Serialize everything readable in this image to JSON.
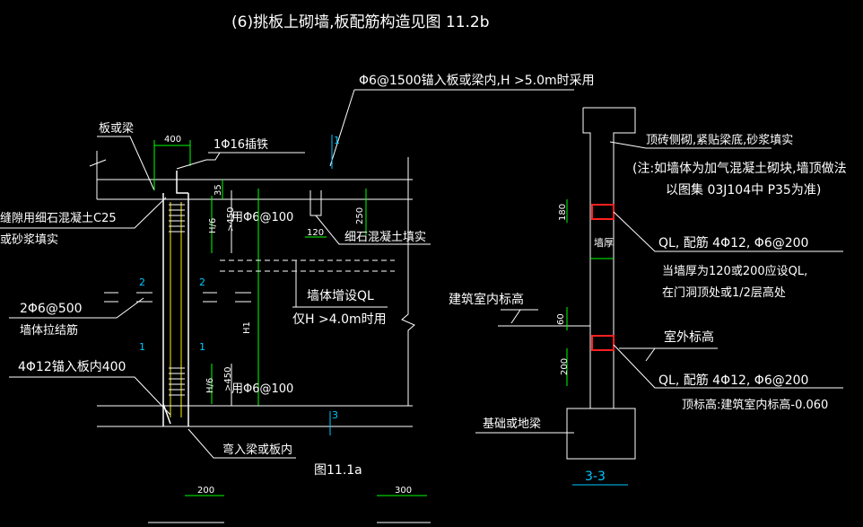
{
  "title": "(6)挑板上砌墙,板配筋构造见图 11.2b",
  "left_detail": {
    "note_anchor": "Φ6@1500锚入板或梁内,H >5.0m时采用",
    "beam_label": "板或梁",
    "dim_400": "400",
    "insert_bar": "1Φ16插铁",
    "dim_35": "35",
    "gap_fill_1": "缝隙用细石混凝土C25",
    "gap_fill_2": "或砂浆填实",
    "hspec_top": ">450",
    "h_label_top": "H/6",
    "stirrup_top": "用Φ6@100",
    "dim_250": "250",
    "dim_120": "120",
    "fine_concrete": "细石混凝土填实",
    "mark_1_top": "1",
    "mark_2a": "2",
    "mark_2b": "2",
    "tie_1": "2Φ6@500",
    "tie_2": "墙体拉结筋",
    "ql_1": "墙体增设QL",
    "ql_2": "仅H >4.0m时用",
    "h_vert": "H1",
    "mark_1a": "1",
    "mark_1b": "1",
    "anchor_bar": "4Φ12锚入板内400",
    "hspec_bot": ">450",
    "h_label_bot": "H/6",
    "stirrup_bot": "用Φ6@100",
    "mark_3": "3",
    "embed": "弯入梁或板内",
    "fig_label": "图11.1a",
    "dim_200_bottom": "200",
    "dim_300_bottom": "300"
  },
  "right_detail": {
    "top_note": "顶砖侧砌,紧贴梁底,砂浆填实",
    "note_1": "(注:如墙体为加气混凝土砌块,墙顶做法",
    "note_2": "以图集 03J104中 P35为准)",
    "dim_180": "180",
    "wall_thk": "墙厚",
    "ql_top": "QL, 配筋 4Φ12, Φ6@200",
    "ql_cond_1": "当墙厚为120或200应设QL,",
    "ql_cond_2": "在门洞顶处或1/2层高处",
    "indoor": "建筑室内标高",
    "dim_60": "60",
    "outdoor": "室外标高",
    "dim_200": "200",
    "ql_bot": "QL, 配筋 4Φ12, Φ6@200",
    "top_elev": "顶标高:建筑室内标高-0.060",
    "foundation": "基础或地梁",
    "section": "3-3"
  }
}
